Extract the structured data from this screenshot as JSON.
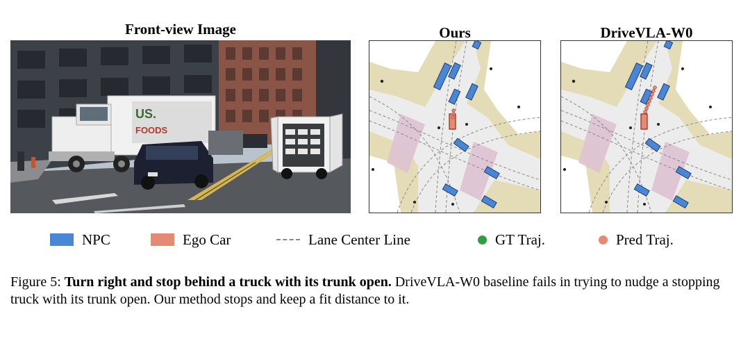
{
  "titles": {
    "front": "Front-view Image",
    "ours": "Ours",
    "baseline": "DriveVLA-W0"
  },
  "photo_text": {
    "truck_logo_1": "US.",
    "truck_logo_2": "FOODS"
  },
  "legend": {
    "npc": {
      "label": "NPC",
      "color": "#4a86d6"
    },
    "ego": {
      "label": "Ego Car",
      "color": "#e58a74"
    },
    "lane": {
      "label": "Lane Center Line",
      "color": "#888888"
    },
    "gt": {
      "label": "GT Traj.",
      "color": "#2e9e3f"
    },
    "pred": {
      "label": "Pred Traj.",
      "color": "#e58a74"
    }
  },
  "caption": {
    "prefix": "Figure 5: ",
    "bold": "Turn right and stop behind a truck with its trunk open.",
    "rest": " DriveVLA-W0 baseline fails in trying to nudge a stopping truck with its trunk open. Our method stops and keep a fit distance to it."
  }
}
